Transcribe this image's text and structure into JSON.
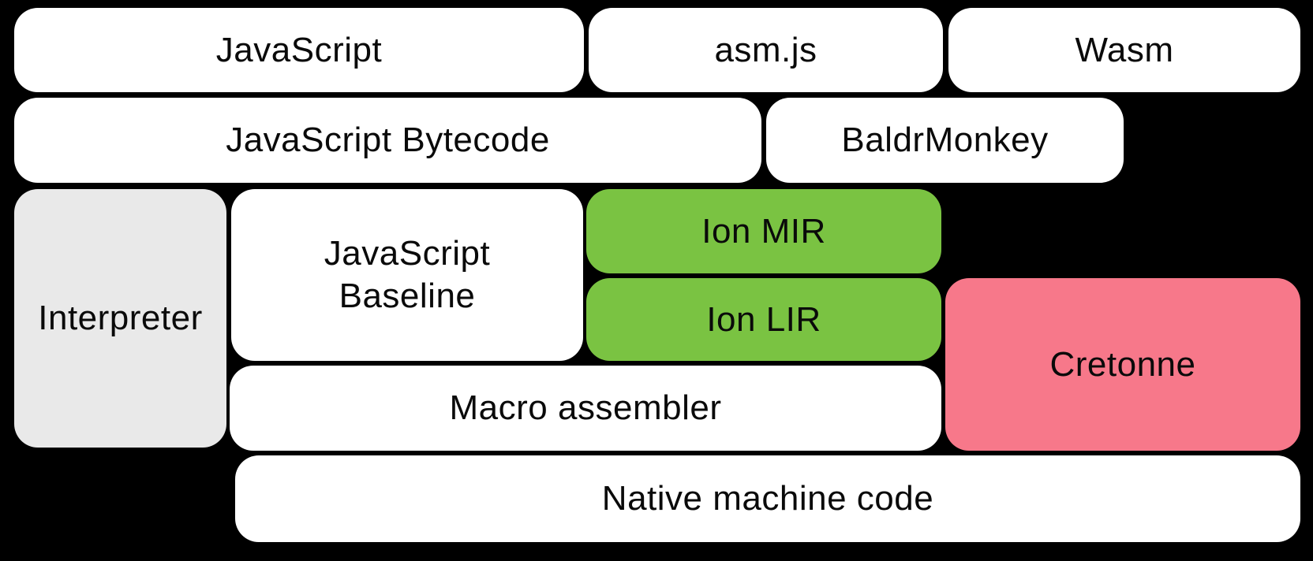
{
  "diagram": {
    "background": "#000000",
    "text_color": "#0a0a0a",
    "colors": {
      "white": "#ffffff",
      "gray": "#e9e9e9",
      "green": "#7ac342",
      "pink": "#f7788a"
    },
    "boxes": {
      "javascript": {
        "label": "JavaScript"
      },
      "asmjs": {
        "label": "asm.js"
      },
      "wasm": {
        "label": "Wasm"
      },
      "javascript_bytecode": {
        "label": "JavaScript Bytecode"
      },
      "baldrmonkey": {
        "label": "BaldrMonkey"
      },
      "interpreter": {
        "label": "Interpreter"
      },
      "javascript_baseline": {
        "lines": [
          "JavaScript",
          "Baseline"
        ]
      },
      "ion_mir": {
        "label": "Ion MIR"
      },
      "ion_lir": {
        "label": "Ion LIR"
      },
      "cretonne": {
        "label": "Cretonne"
      },
      "macro_assembler": {
        "label": "Macro assembler"
      },
      "native_machine_code": {
        "label": "Native machine code"
      }
    }
  }
}
